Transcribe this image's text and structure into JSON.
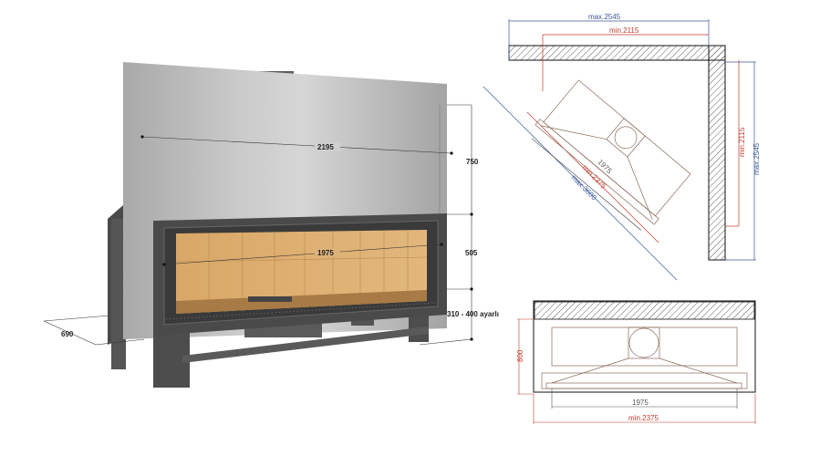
{
  "render_3d": {
    "width_total": "2195",
    "glass_width": "1975",
    "hood_height": "750",
    "door_height": "505",
    "base_height": "310 - 400 ayarlı",
    "depth": "690"
  },
  "corner_plan": {
    "top_max": "max.2545",
    "top_min": "min.2115",
    "side_min": "min.2115",
    "side_max": "max.2545",
    "glass": "1975",
    "diag_min": "min.2375",
    "diag_max": "max.3600"
  },
  "front_plan": {
    "depth": "800",
    "glass": "1975",
    "wall_min": "min.2375"
  },
  "colors": {
    "red_dim": "#c0392b",
    "blue_dim": "#3b5998",
    "brown_line": "#8a6a5a"
  }
}
